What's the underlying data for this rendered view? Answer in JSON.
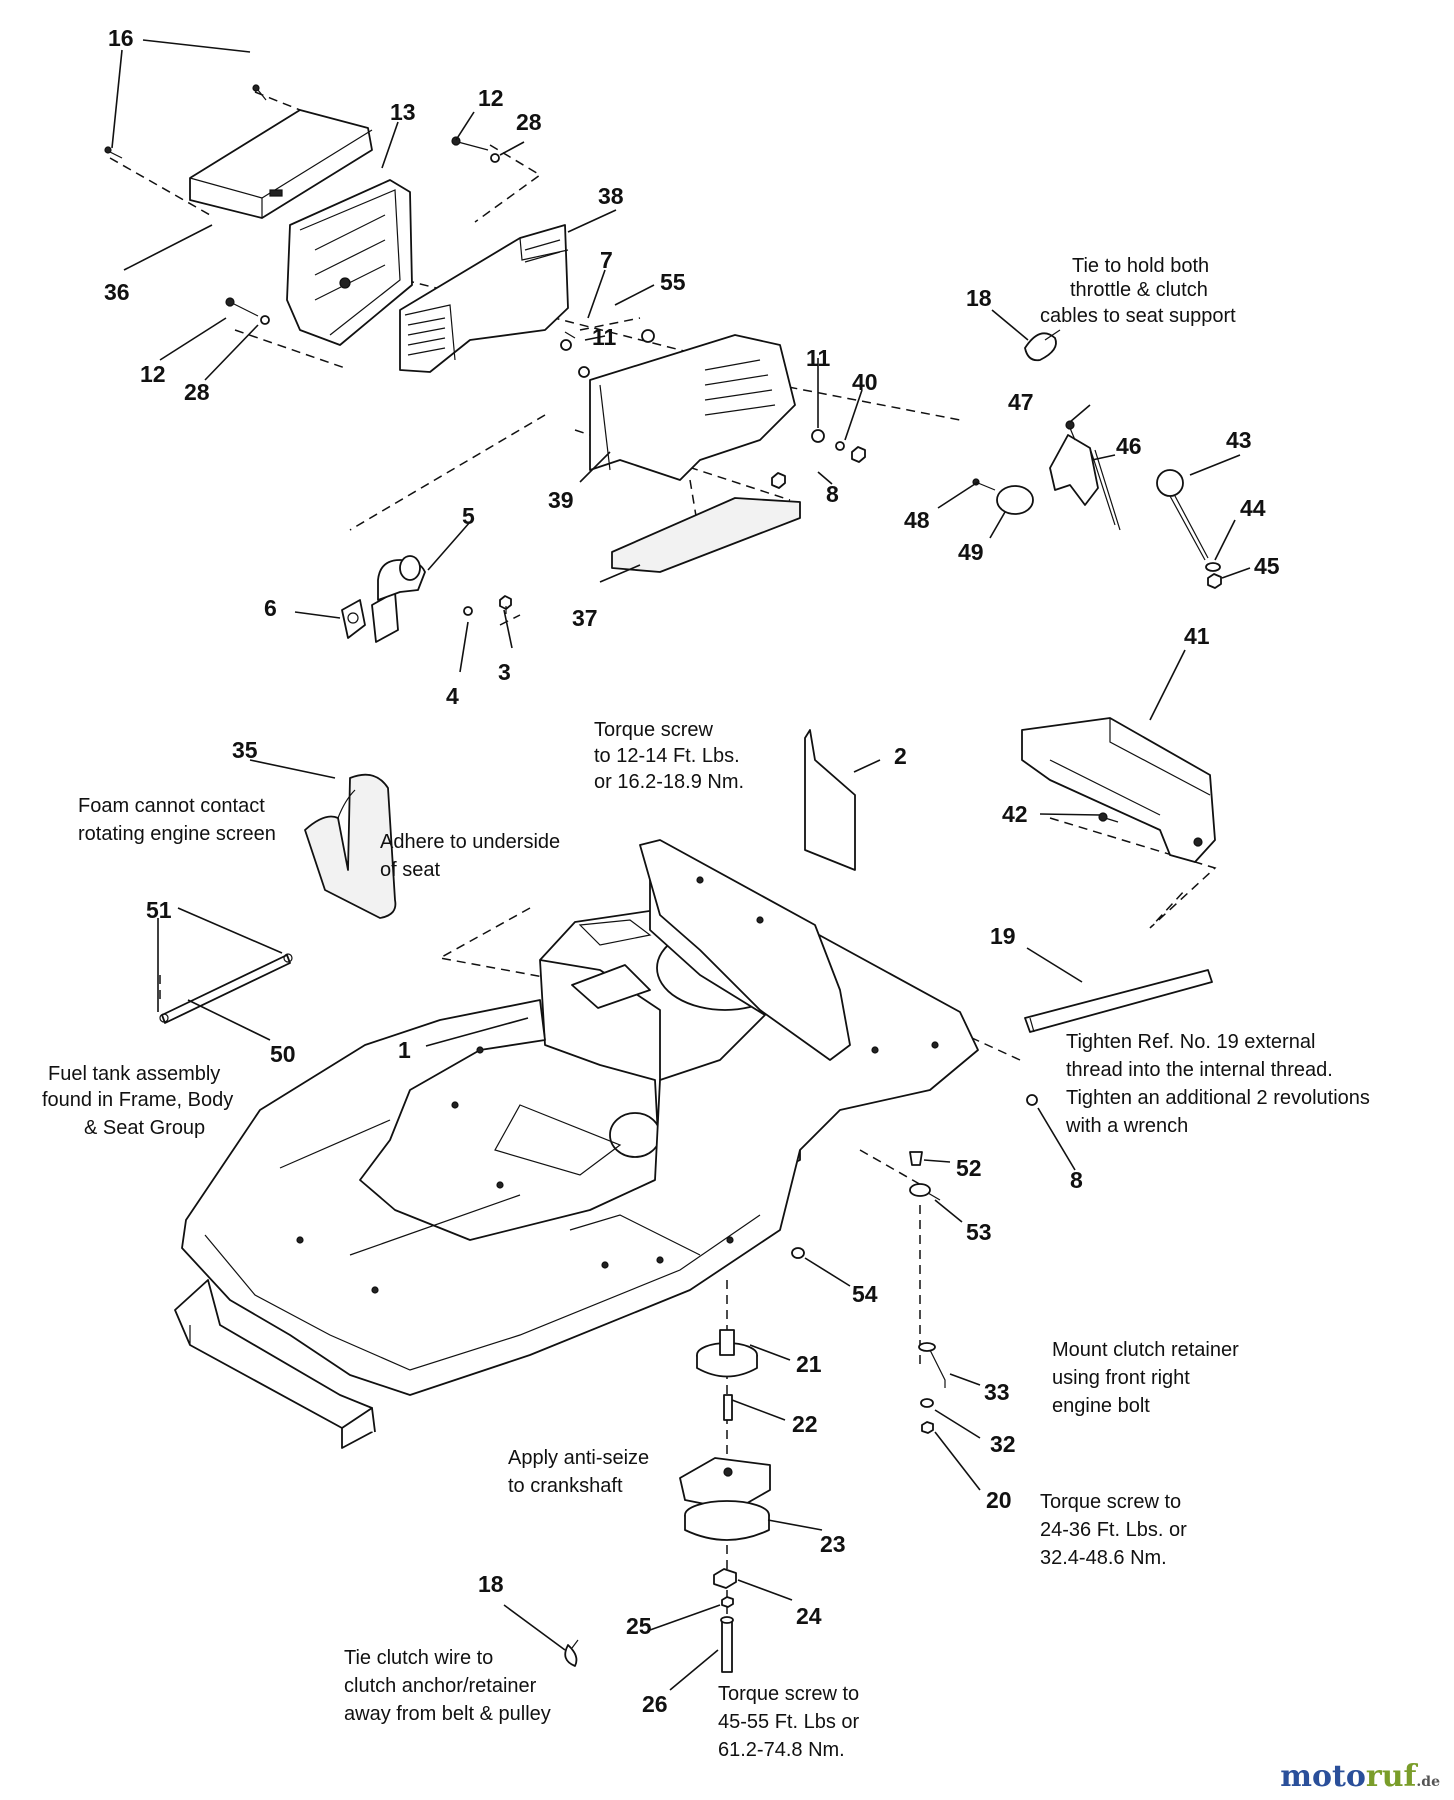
{
  "callouts": [
    "1",
    "2",
    "3",
    "4",
    "5",
    "6",
    "7",
    "8",
    "8",
    "11",
    "11",
    "12",
    "12",
    "13",
    "16",
    "18",
    "18",
    "19",
    "20",
    "21",
    "22",
    "23",
    "24",
    "25",
    "26",
    "28",
    "28",
    "32",
    "33",
    "35",
    "36",
    "37",
    "38",
    "39",
    "40",
    "41",
    "42",
    "43",
    "44",
    "45",
    "46",
    "47",
    "48",
    "49",
    "50",
    "51",
    "52",
    "53",
    "54",
    "55"
  ],
  "notes": {
    "tie_seat_support": [
      "Tie to hold both",
      "throttle & clutch",
      "cables to seat support"
    ],
    "torque_12_14": [
      "Torque screw",
      "to 12-14 Ft. Lbs.",
      "or 16.2-18.9 Nm."
    ],
    "foam": [
      "Foam cannot contact",
      "rotating engine screen"
    ],
    "adhere": [
      "Adhere to underside",
      "of seat"
    ],
    "fuel_tank": [
      "Fuel tank assembly",
      "found in Frame, Body",
      "& Seat Group"
    ],
    "tighten_19": [
      "Tighten Ref. No. 19 external",
      "thread into the internal thread.",
      "Tighten an additional 2 revolutions",
      "with a wrench"
    ],
    "mount_clutch": [
      "Mount clutch retainer",
      "using front right",
      "engine bolt"
    ],
    "anti_seize": [
      "Apply anti-seize",
      "to crankshaft"
    ],
    "torque_24_36": [
      "Torque screw to",
      "24-36 Ft. Lbs. or",
      "32.4-48.6 Nm."
    ],
    "tie_clutch_wire": [
      "Tie clutch wire to",
      "clutch anchor/retainer",
      "away from belt & pulley"
    ],
    "torque_45_55": [
      "Torque screw to",
      "45-55 Ft. Lbs or",
      "61.2-74.8 Nm."
    ]
  },
  "watermark": {
    "part1": "moto",
    "part2": "ruf",
    "suffix": ".de"
  }
}
